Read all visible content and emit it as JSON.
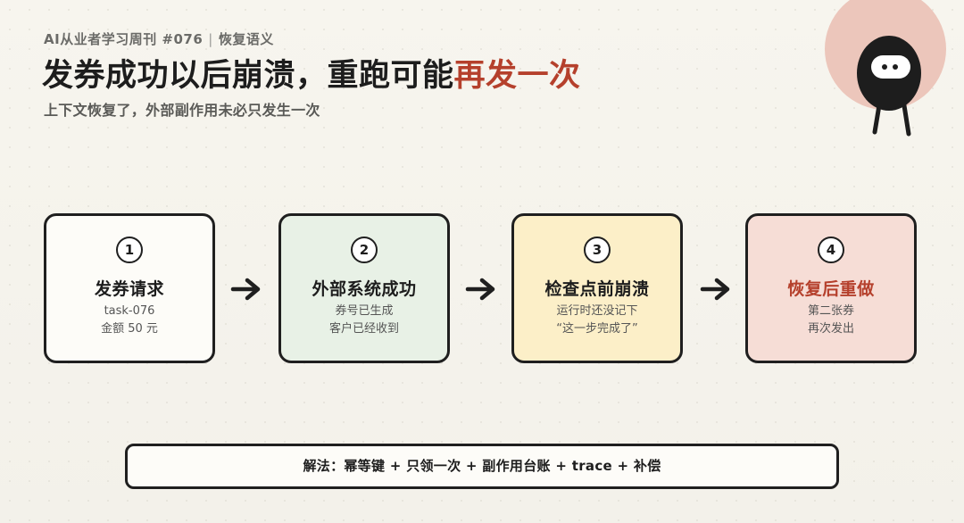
{
  "header": {
    "kicker": "AI从业者学习周刊 #076",
    "kicker_sep": "|",
    "kicker_topic": "恢复语义",
    "title_main": "发券成功以后崩溃，重跑可能",
    "title_highlight": "再发一次",
    "subtitle": "上下文恢复了，外部副作用未必只发生一次"
  },
  "steps": [
    {
      "num": "1",
      "title": "发券请求",
      "lines": [
        "task-076",
        "金额 50 元"
      ],
      "bg": "#fdfcf8"
    },
    {
      "num": "2",
      "title": "外部系统成功",
      "lines": [
        "券号已生成",
        "客户已经收到"
      ],
      "bg": "#e8f1e6"
    },
    {
      "num": "3",
      "title": "检查点前崩溃",
      "lines": [
        "运行时还没记下",
        "“这一步完成了”"
      ],
      "bg": "#fcefc8"
    },
    {
      "num": "4",
      "title": "恢复后重做",
      "lines": [
        "第二张券",
        "再次发出"
      ],
      "bg": "#f6ddd6"
    }
  ],
  "solution": "解法：幂等键 + 只领一次 + 副作用台账 + trace + 补偿",
  "colors": {
    "accent": "#b5402c",
    "ink": "#1f1f1f"
  },
  "icons": {
    "mascot": "mascot-icon",
    "arrow": "arrow-right-icon"
  }
}
